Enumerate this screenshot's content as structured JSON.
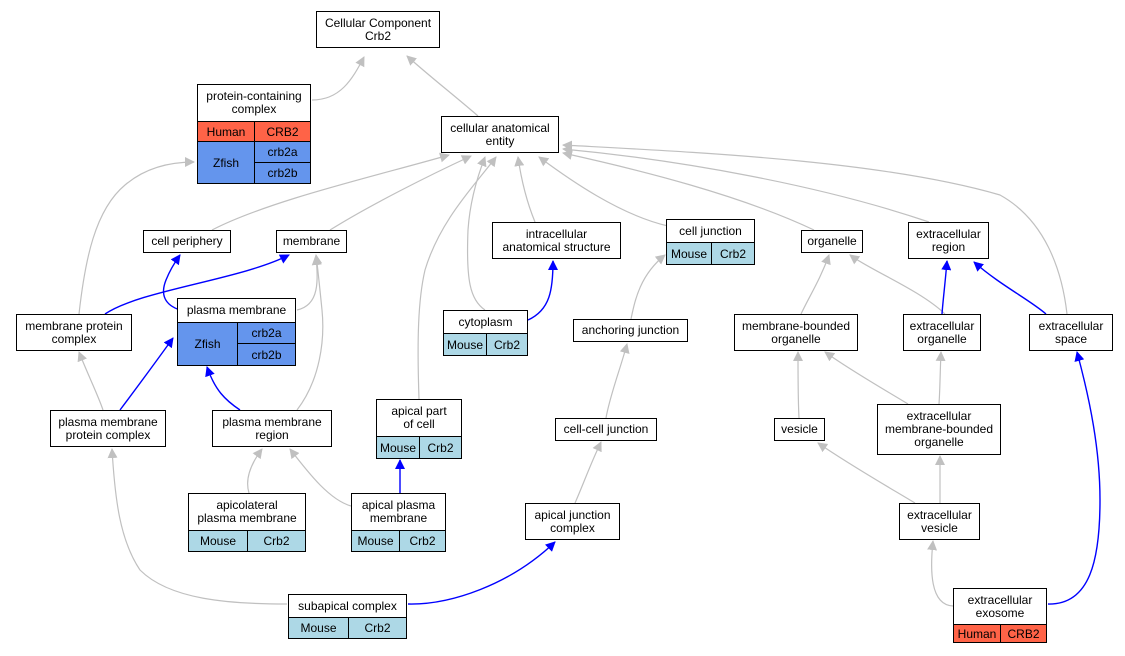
{
  "colors": {
    "mouse": "#add8e6",
    "human": "#ff6347",
    "zfish": "#6495ed",
    "is_a_edge": "#c0c0c0",
    "part_of_edge": "#0000ff"
  },
  "nodes": {
    "root": {
      "label": "Cellular Component\nCrb2"
    },
    "protein_containing_complex": {
      "label": "protein-containing\ncomplex",
      "annotations": [
        {
          "species": "Human",
          "genes": [
            "CRB2"
          ]
        },
        {
          "species": "Zfish",
          "genes": [
            "crb2a",
            "crb2b"
          ]
        }
      ]
    },
    "cellular_anatomical_entity": {
      "label": "cellular anatomical\nentity"
    },
    "cell_periphery": {
      "label": "cell periphery"
    },
    "membrane": {
      "label": "membrane"
    },
    "intracellular_anatomical_structure": {
      "label": "intracellular\nanatomical structure"
    },
    "cell_junction": {
      "label": "cell junction",
      "annotations": [
        {
          "species": "Mouse",
          "genes": [
            "Crb2"
          ]
        }
      ]
    },
    "organelle": {
      "label": "organelle"
    },
    "extracellular_region": {
      "label": "extracellular\nregion"
    },
    "plasma_membrane": {
      "label": "plasma membrane",
      "annotations": [
        {
          "species": "Zfish",
          "genes": [
            "crb2a",
            "crb2b"
          ]
        }
      ]
    },
    "membrane_protein_complex": {
      "label": "membrane protein\ncomplex"
    },
    "cytoplasm": {
      "label": "cytoplasm",
      "annotations": [
        {
          "species": "Mouse",
          "genes": [
            "Crb2"
          ]
        }
      ]
    },
    "anchoring_junction": {
      "label": "anchoring junction"
    },
    "membrane_bounded_organelle": {
      "label": "membrane-bounded\norganelle"
    },
    "extracellular_organelle": {
      "label": "extracellular\norganelle"
    },
    "extracellular_space": {
      "label": "extracellular\nspace"
    },
    "plasma_membrane_protein_complex": {
      "label": "plasma membrane\nprotein complex"
    },
    "plasma_membrane_region": {
      "label": "plasma membrane\nregion"
    },
    "apical_part_of_cell": {
      "label": "apical part\nof cell",
      "annotations": [
        {
          "species": "Mouse",
          "genes": [
            "Crb2"
          ]
        }
      ]
    },
    "cell_cell_junction": {
      "label": "cell-cell junction"
    },
    "vesicle": {
      "label": "vesicle"
    },
    "extracellular_membrane_bounded_organelle": {
      "label": "extracellular\nmembrane-bounded\norganelle"
    },
    "apicolateral_plasma_membrane": {
      "label": "apicolateral\nplasma membrane",
      "annotations": [
        {
          "species": "Mouse",
          "genes": [
            "Crb2"
          ]
        }
      ]
    },
    "apical_plasma_membrane": {
      "label": "apical plasma\nmembrane",
      "annotations": [
        {
          "species": "Mouse",
          "genes": [
            "Crb2"
          ]
        }
      ]
    },
    "apical_junction_complex": {
      "label": "apical junction\ncomplex"
    },
    "extracellular_vesicle": {
      "label": "extracellular\nvesicle"
    },
    "subapical_complex": {
      "label": "subapical complex",
      "annotations": [
        {
          "species": "Mouse",
          "genes": [
            "Crb2"
          ]
        }
      ]
    },
    "extracellular_exosome": {
      "label": "extracellular\nexosome",
      "annotations": [
        {
          "species": "Human",
          "genes": [
            "CRB2"
          ]
        }
      ]
    }
  },
  "edges": [
    {
      "from": "protein_containing_complex",
      "to": "root",
      "relation": "is_a"
    },
    {
      "from": "cellular_anatomical_entity",
      "to": "root",
      "relation": "is_a"
    },
    {
      "from": "cell_periphery",
      "to": "cellular_anatomical_entity",
      "relation": "is_a"
    },
    {
      "from": "membrane",
      "to": "cellular_anatomical_entity",
      "relation": "is_a"
    },
    {
      "from": "intracellular_anatomical_structure",
      "to": "cellular_anatomical_entity",
      "relation": "is_a"
    },
    {
      "from": "cell_junction",
      "to": "cellular_anatomical_entity",
      "relation": "is_a"
    },
    {
      "from": "organelle",
      "to": "cellular_anatomical_entity",
      "relation": "is_a"
    },
    {
      "from": "extracellular_region",
      "to": "cellular_anatomical_entity",
      "relation": "is_a"
    },
    {
      "from": "extracellular_space",
      "to": "cellular_anatomical_entity",
      "relation": "is_a"
    },
    {
      "from": "cytoplasm",
      "to": "cellular_anatomical_entity",
      "relation": "is_a"
    },
    {
      "from": "apical_part_of_cell",
      "to": "cellular_anatomical_entity",
      "relation": "is_a"
    },
    {
      "from": "membrane_protein_complex",
      "to": "protein_containing_complex",
      "relation": "is_a"
    },
    {
      "from": "membrane_protein_complex",
      "to": "membrane",
      "relation": "part_of"
    },
    {
      "from": "plasma_membrane",
      "to": "cell_periphery",
      "relation": "part_of"
    },
    {
      "from": "plasma_membrane",
      "to": "membrane",
      "relation": "is_a"
    },
    {
      "from": "cytoplasm",
      "to": "intracellular_anatomical_structure",
      "relation": "part_of"
    },
    {
      "from": "anchoring_junction",
      "to": "cell_junction",
      "relation": "is_a"
    },
    {
      "from": "membrane_bounded_organelle",
      "to": "organelle",
      "relation": "is_a"
    },
    {
      "from": "extracellular_organelle",
      "to": "organelle",
      "relation": "is_a"
    },
    {
      "from": "extracellular_organelle",
      "to": "extracellular_region",
      "relation": "part_of"
    },
    {
      "from": "extracellular_space",
      "to": "extracellular_region",
      "relation": "part_of"
    },
    {
      "from": "plasma_membrane_protein_complex",
      "to": "membrane_protein_complex",
      "relation": "is_a"
    },
    {
      "from": "plasma_membrane_protein_complex",
      "to": "plasma_membrane",
      "relation": "part_of"
    },
    {
      "from": "plasma_membrane_region",
      "to": "plasma_membrane",
      "relation": "part_of"
    },
    {
      "from": "plasma_membrane_region",
      "to": "membrane",
      "relation": "is_a"
    },
    {
      "from": "cell_cell_junction",
      "to": "anchoring_junction",
      "relation": "is_a"
    },
    {
      "from": "vesicle",
      "to": "membrane_bounded_organelle",
      "relation": "is_a"
    },
    {
      "from": "extracellular_membrane_bounded_organelle",
      "to": "membrane_bounded_organelle",
      "relation": "is_a"
    },
    {
      "from": "extracellular_membrane_bounded_organelle",
      "to": "extracellular_organelle",
      "relation": "is_a"
    },
    {
      "from": "apicolateral_plasma_membrane",
      "to": "plasma_membrane_region",
      "relation": "is_a"
    },
    {
      "from": "apical_plasma_membrane",
      "to": "plasma_membrane_region",
      "relation": "is_a"
    },
    {
      "from": "apical_plasma_membrane",
      "to": "apical_part_of_cell",
      "relation": "part_of"
    },
    {
      "from": "apical_junction_complex",
      "to": "cell_cell_junction",
      "relation": "is_a"
    },
    {
      "from": "extracellular_vesicle",
      "to": "vesicle",
      "relation": "is_a"
    },
    {
      "from": "extracellular_vesicle",
      "to": "extracellular_membrane_bounded_organelle",
      "relation": "is_a"
    },
    {
      "from": "subapical_complex",
      "to": "plasma_membrane_protein_complex",
      "relation": "is_a"
    },
    {
      "from": "subapical_complex",
      "to": "apical_junction_complex",
      "relation": "part_of"
    },
    {
      "from": "extracellular_exosome",
      "to": "extracellular_vesicle",
      "relation": "is_a"
    },
    {
      "from": "extracellular_exosome",
      "to": "extracellular_space",
      "relation": "part_of"
    }
  ]
}
